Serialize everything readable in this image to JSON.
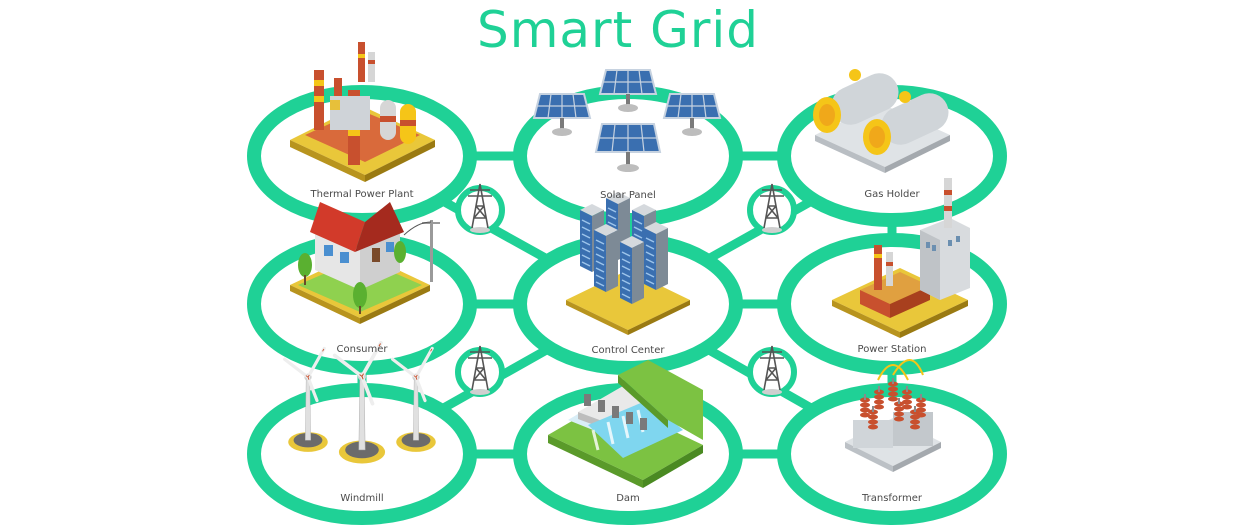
{
  "title": "Smart Grid",
  "colors": {
    "accent": "#1FD196",
    "title": "#1FD196",
    "label": "#4a4a4a",
    "brick": "#C8502E",
    "yellow": "#F5C518",
    "steel": "#6F8296",
    "panel": "#3A6FB0",
    "grass": "#7CC242",
    "water": "#7FD6EF",
    "roof": "#D23A2A"
  },
  "nodes": [
    {
      "id": "thermal",
      "label": "Thermal Power Plant",
      "icon": "thermal-power-plant-icon"
    },
    {
      "id": "solar",
      "label": "Solar Panel",
      "icon": "solar-panel-icon"
    },
    {
      "id": "gas",
      "label": "Gas Holder",
      "icon": "gas-holder-icon"
    },
    {
      "id": "consumer",
      "label": "Consumer",
      "icon": "house-icon"
    },
    {
      "id": "control",
      "label": "Control Center",
      "icon": "server-rack-icon"
    },
    {
      "id": "power",
      "label": "Power Station",
      "icon": "power-station-icon"
    },
    {
      "id": "windmill",
      "label": "Windmill",
      "icon": "wind-turbine-icon"
    },
    {
      "id": "dam",
      "label": "Dam",
      "icon": "dam-icon"
    },
    {
      "id": "transformer",
      "label": "Transformer",
      "icon": "transformer-icon"
    }
  ],
  "connectors": [
    {
      "icon": "transmission-tower-icon"
    },
    {
      "icon": "transmission-tower-icon"
    },
    {
      "icon": "transmission-tower-icon"
    },
    {
      "icon": "transmission-tower-icon"
    }
  ]
}
